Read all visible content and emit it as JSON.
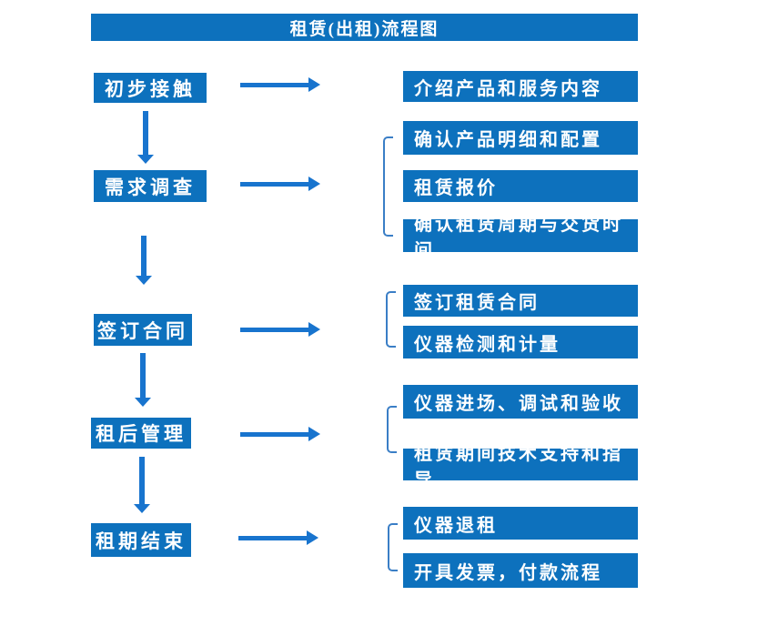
{
  "title": "租赁(出租)流程图",
  "colors": {
    "box_blue": "#0D71BD",
    "arrow_blue": "#1874CE",
    "bracket_blue": "#3A7EC6",
    "text_white": "#FFFFFF",
    "background": "#FFFFFF"
  },
  "stages": [
    {
      "label": "初步接触",
      "outputs": [
        "介绍产品和服务内容"
      ]
    },
    {
      "label": "需求调查",
      "outputs": [
        "确认产品明细和配置",
        "租赁报价",
        "确认租赁周期与交货时间"
      ]
    },
    {
      "label": "签订合同",
      "outputs": [
        "签订租赁合同",
        "仪器检测和计量"
      ]
    },
    {
      "label": "租后管理",
      "outputs": [
        "仪器进场、调试和验收",
        "租赁期间技术支持和指导"
      ]
    },
    {
      "label": "租期结束",
      "outputs": [
        "仪器退租",
        "开具发票，付款流程"
      ]
    }
  ]
}
